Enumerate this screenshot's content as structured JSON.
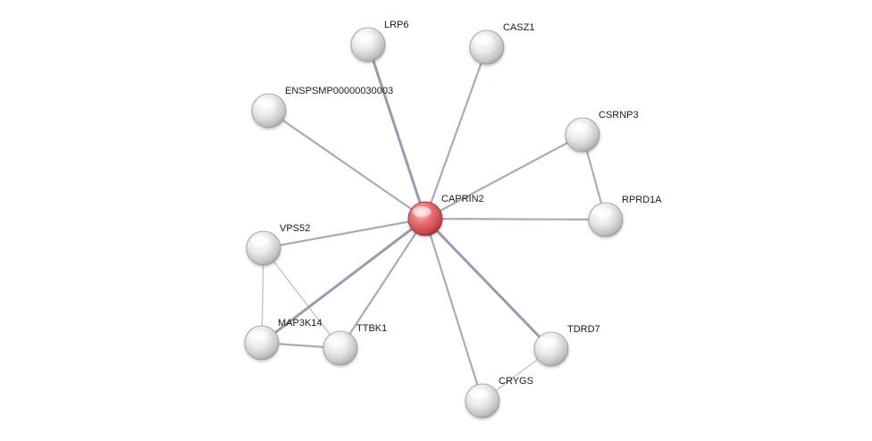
{
  "network": {
    "center": "CAPRIN2",
    "nodes": [
      {
        "id": "CAPRIN2",
        "label": "CAPRIN2",
        "role": "query",
        "color": "#d9565b"
      },
      {
        "id": "LRP6",
        "label": "LRP6",
        "role": "partner",
        "color": "#dcdcdc"
      },
      {
        "id": "CASZ1",
        "label": "CASZ1",
        "role": "partner",
        "color": "#dcdcdc"
      },
      {
        "id": "ENSPSMP00000030003",
        "label": "ENSPSMP00000030003",
        "role": "partner",
        "color": "#dcdcdc"
      },
      {
        "id": "CSRNP3",
        "label": "CSRNP3",
        "role": "partner",
        "color": "#dcdcdc"
      },
      {
        "id": "RPRD1A",
        "label": "RPRD1A",
        "role": "partner",
        "color": "#dcdcdc"
      },
      {
        "id": "VPS52",
        "label": "VPS52",
        "role": "partner",
        "color": "#dcdcdc"
      },
      {
        "id": "MAP3K14",
        "label": "MAP3K14",
        "role": "partner",
        "color": "#dcdcdc"
      },
      {
        "id": "TTBK1",
        "label": "TTBK1",
        "role": "partner",
        "color": "#dcdcdc"
      },
      {
        "id": "TDRD7",
        "label": "TDRD7",
        "role": "partner",
        "color": "#dcdcdc"
      },
      {
        "id": "CRYGS",
        "label": "CRYGS",
        "role": "partner",
        "color": "#dcdcdc"
      }
    ],
    "edges": [
      {
        "source": "CAPRIN2",
        "target": "LRP6",
        "weight": "strong"
      },
      {
        "source": "CAPRIN2",
        "target": "CASZ1",
        "weight": "medium"
      },
      {
        "source": "CAPRIN2",
        "target": "ENSPSMP00000030003",
        "weight": "medium"
      },
      {
        "source": "CAPRIN2",
        "target": "CSRNP3",
        "weight": "medium"
      },
      {
        "source": "CAPRIN2",
        "target": "RPRD1A",
        "weight": "medium"
      },
      {
        "source": "CAPRIN2",
        "target": "VPS52",
        "weight": "medium"
      },
      {
        "source": "CAPRIN2",
        "target": "MAP3K14",
        "weight": "strong"
      },
      {
        "source": "CAPRIN2",
        "target": "TTBK1",
        "weight": "medium"
      },
      {
        "source": "CAPRIN2",
        "target": "TDRD7",
        "weight": "strong"
      },
      {
        "source": "CAPRIN2",
        "target": "CRYGS",
        "weight": "medium"
      },
      {
        "source": "CSRNP3",
        "target": "RPRD1A",
        "weight": "medium"
      },
      {
        "source": "VPS52",
        "target": "MAP3K14",
        "weight": "weak"
      },
      {
        "source": "VPS52",
        "target": "TTBK1",
        "weight": "weak"
      },
      {
        "source": "MAP3K14",
        "target": "TTBK1",
        "weight": "medium"
      },
      {
        "source": "TDRD7",
        "target": "CRYGS",
        "weight": "weak"
      }
    ],
    "edge_color": "#9a9bb0"
  }
}
